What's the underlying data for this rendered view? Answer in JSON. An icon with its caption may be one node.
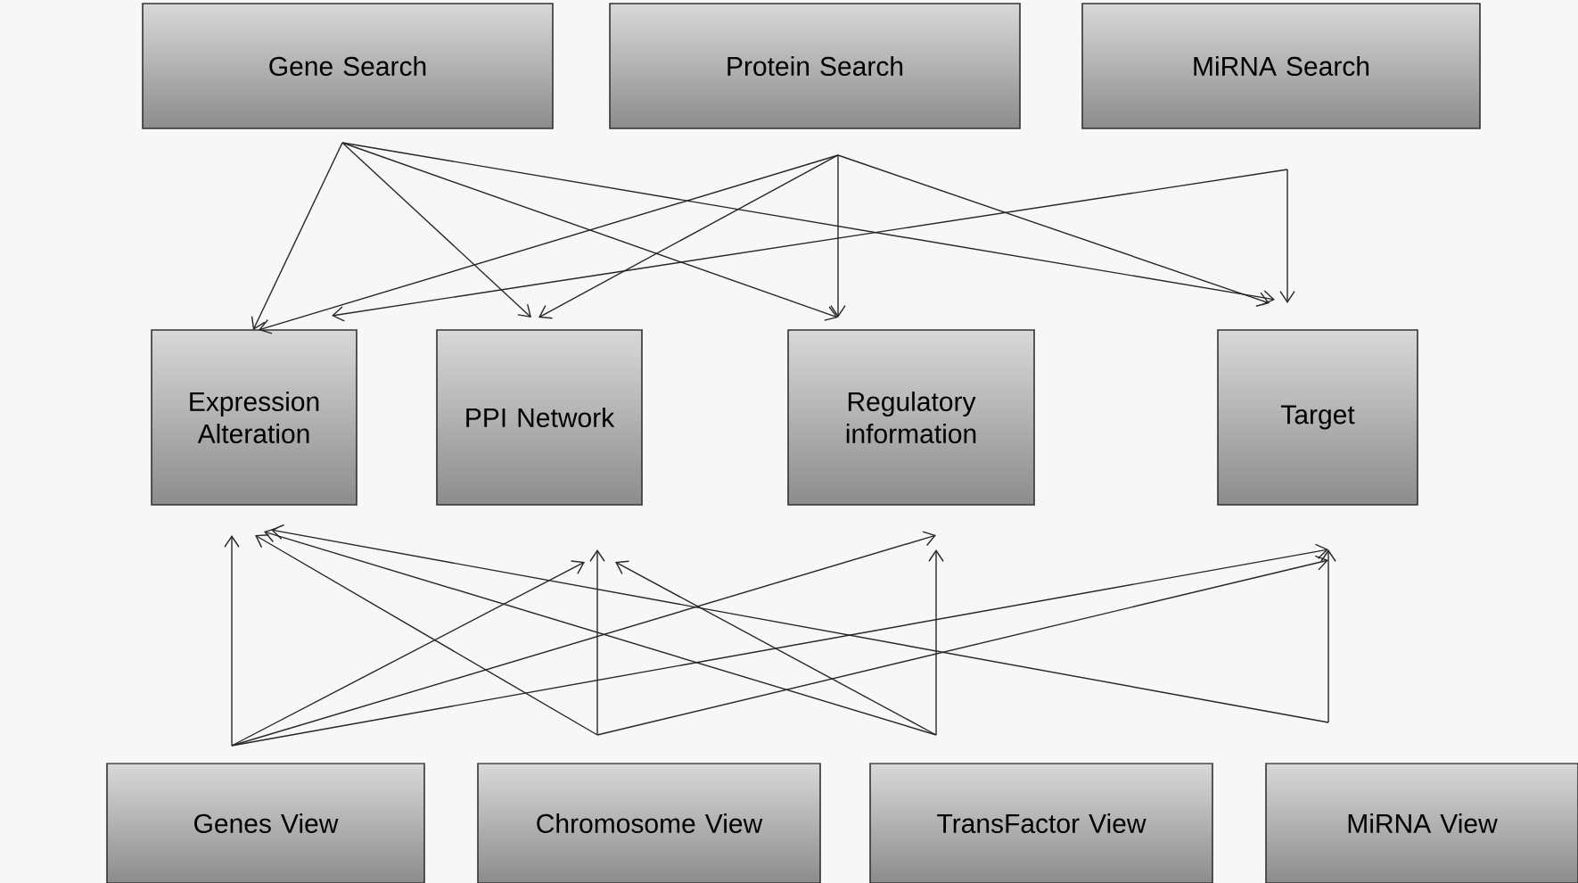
{
  "diagram": {
    "nodes": [
      {
        "text": [
          "Gene Search"
        ]
      },
      {
        "text": [
          "Protein Search"
        ]
      },
      {
        "text": [
          "MiRNA Search"
        ]
      },
      {
        "text": [
          "Expression Alteration"
        ]
      },
      {
        "text": [
          "PPI Network"
        ]
      },
      {
        "text": [
          "Regulatory information"
        ]
      },
      {
        "text": [
          "Target"
        ]
      },
      {
        "text": [
          "Genes View"
        ]
      },
      {
        "text": [
          "Chromosome View"
        ]
      },
      {
        "text": [
          "TransFactor View"
        ]
      },
      {
        "text": [
          "MiRNA View"
        ]
      }
    ],
    "edges": [
      {
        "from": 0,
        "to": 3,
        "arrow": "to"
      },
      {
        "from": 0,
        "to": 4,
        "arrow": "to"
      },
      {
        "from": 0,
        "to": 5,
        "arrow": "to"
      },
      {
        "from": 0,
        "to": 6,
        "arrow": "to"
      },
      {
        "from": 1,
        "to": 3,
        "arrow": "to"
      },
      {
        "from": 1,
        "to": 4,
        "arrow": "to"
      },
      {
        "from": 1,
        "to": 5,
        "arrow": "to"
      },
      {
        "from": 1,
        "to": 6,
        "arrow": "to"
      },
      {
        "from": 2,
        "to": 3,
        "arrow": "to"
      },
      {
        "from": 2,
        "to": 6,
        "arrow": "to"
      },
      {
        "from": 7,
        "to": 3,
        "arrow": "to"
      },
      {
        "from": 7,
        "to": 4,
        "arrow": "to"
      },
      {
        "from": 7,
        "to": 5,
        "arrow": "to"
      },
      {
        "from": 7,
        "to": 6,
        "arrow": "to"
      },
      {
        "from": 8,
        "to": 3,
        "arrow": "to"
      },
      {
        "from": 8,
        "to": 4,
        "arrow": "to"
      },
      {
        "from": 8,
        "to": 6,
        "arrow": "to"
      },
      {
        "from": 9,
        "to": 3,
        "arrow": "to"
      },
      {
        "from": 9,
        "to": 4,
        "arrow": "to"
      },
      {
        "from": 9,
        "to": 5,
        "arrow": "to"
      },
      {
        "from": 10,
        "to": 3,
        "arrow": "to"
      },
      {
        "from": 10,
        "to": 6,
        "arrow": "to"
      }
    ]
  }
}
